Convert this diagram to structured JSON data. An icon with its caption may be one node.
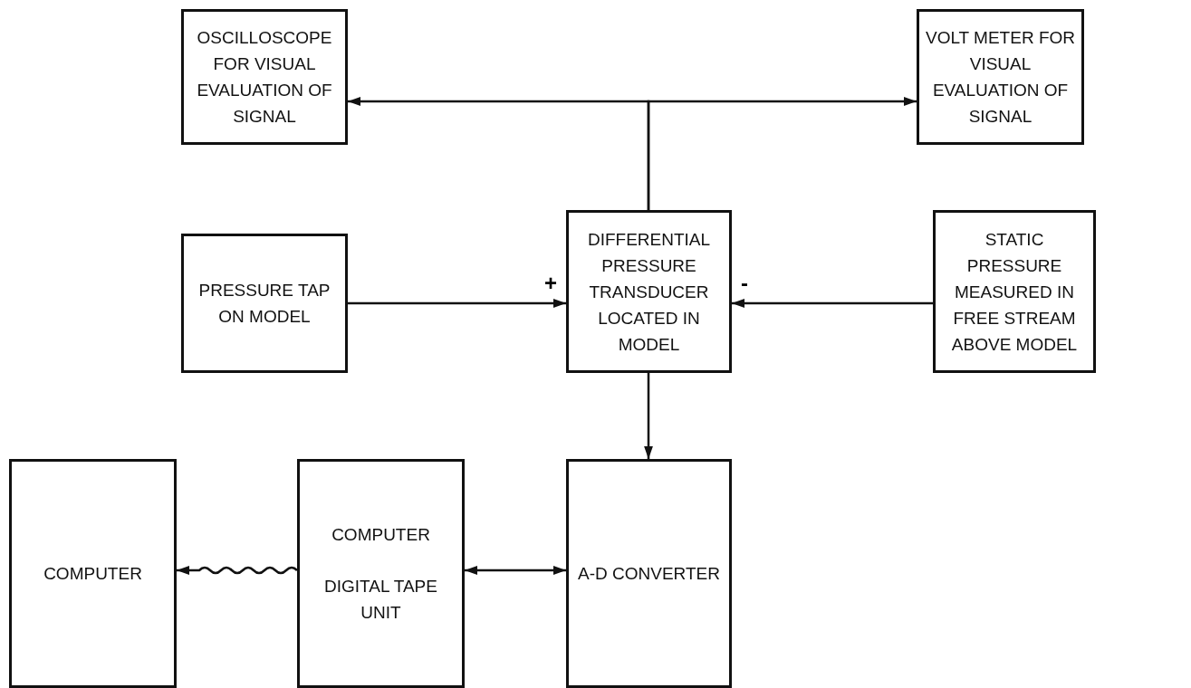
{
  "diagram": {
    "nodes": [
      {
        "text": [
          "OSCILLOSCOPE FOR VISUAL EVALUATION OF SIGNAL"
        ]
      },
      {
        "text": [
          "VOLT METER FOR VISUAL EVALUATION OF SIGNAL"
        ]
      },
      {
        "text": [
          "PRESSURE TAP ON MODEL"
        ]
      },
      {
        "text": [
          "DIFFERENTIAL PRESSURE TRANSDUCER LOCATED IN MODEL"
        ]
      },
      {
        "text": [
          "STATIC PRESSURE MEASURED IN FREE STREAM ABOVE MODEL"
        ]
      },
      {
        "text": [
          "COMPUTER",
          "DIGITAL TAPE UNIT"
        ]
      },
      {
        "text": [
          "A-D CONVERTER"
        ]
      },
      {
        "text": [
          "COMPUTER"
        ]
      }
    ],
    "edges": [
      {
        "from": 3,
        "to": 0,
        "arrow": "to"
      },
      {
        "from": 3,
        "to": 1,
        "arrow": "to"
      },
      {
        "from": 2,
        "to": 3,
        "arrow": "to",
        "label": "+"
      },
      {
        "from": 4,
        "to": 3,
        "arrow": "to",
        "label": "-"
      },
      {
        "from": 3,
        "to": 6,
        "arrow": "to"
      },
      {
        "from": 5,
        "to": 6,
        "arrow": "both"
      },
      {
        "from": 5,
        "to": 7,
        "arrow": "to"
      }
    ]
  }
}
